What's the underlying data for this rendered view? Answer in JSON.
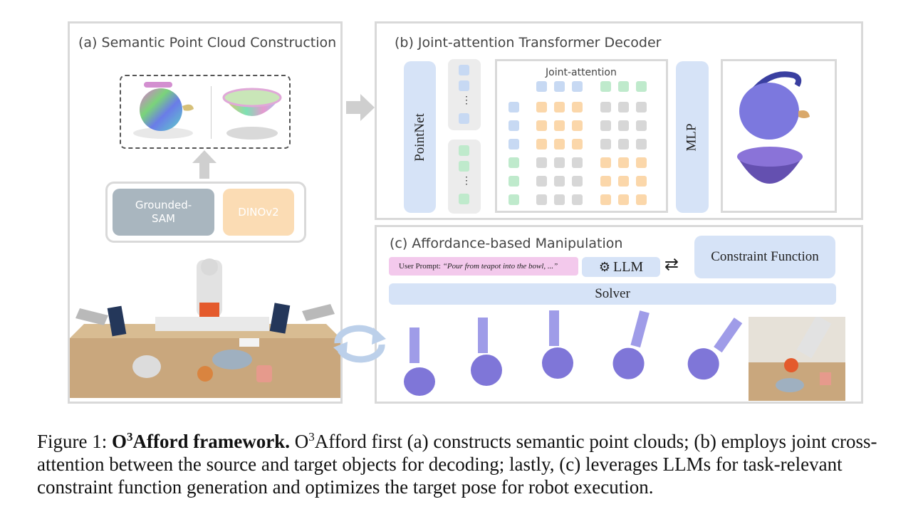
{
  "panel_a": {
    "title": "(a) Semantic Point Cloud Construction",
    "grounded_sam": "Grounded-SAM",
    "dinov2": "DINOv2"
  },
  "panel_b": {
    "title": "(b) Joint-attention Transformer Decoder",
    "pointnet": "PointNet",
    "joint_attention": "Joint-attention",
    "ellipsis": "⋮",
    "mlp": "MLP"
  },
  "panel_c": {
    "title": "(c) Affordance-based Manipulation",
    "prompt_label": "User Prompt:",
    "prompt_text": "“Pour from teapot into the bowl, ...”",
    "llm": "LLM",
    "constraint": "Constraint Function",
    "solver": "Solver"
  },
  "caption": {
    "fig": "Figure 1:",
    "name": "O",
    "sup": "3",
    "name_rest": "Afford framework.",
    "body_name": "O",
    "body_sup": "3",
    "body_text": "Afford first (a) constructs semantic point clouds; (b) employs joint cross-attention between the source and target objects for decoding; lastly, (c) leverages LLMs for task-relevant constraint function generation and optimizes the target pose for robot execution."
  },
  "colors": {
    "blue": "#c7d9f3",
    "green": "#bfeacc",
    "orange": "#fbd7aa",
    "grey": "#d7d7d7",
    "pink": "#f3c9ec",
    "sam": "#a9b6bf",
    "dino": "#fbdcb4"
  }
}
